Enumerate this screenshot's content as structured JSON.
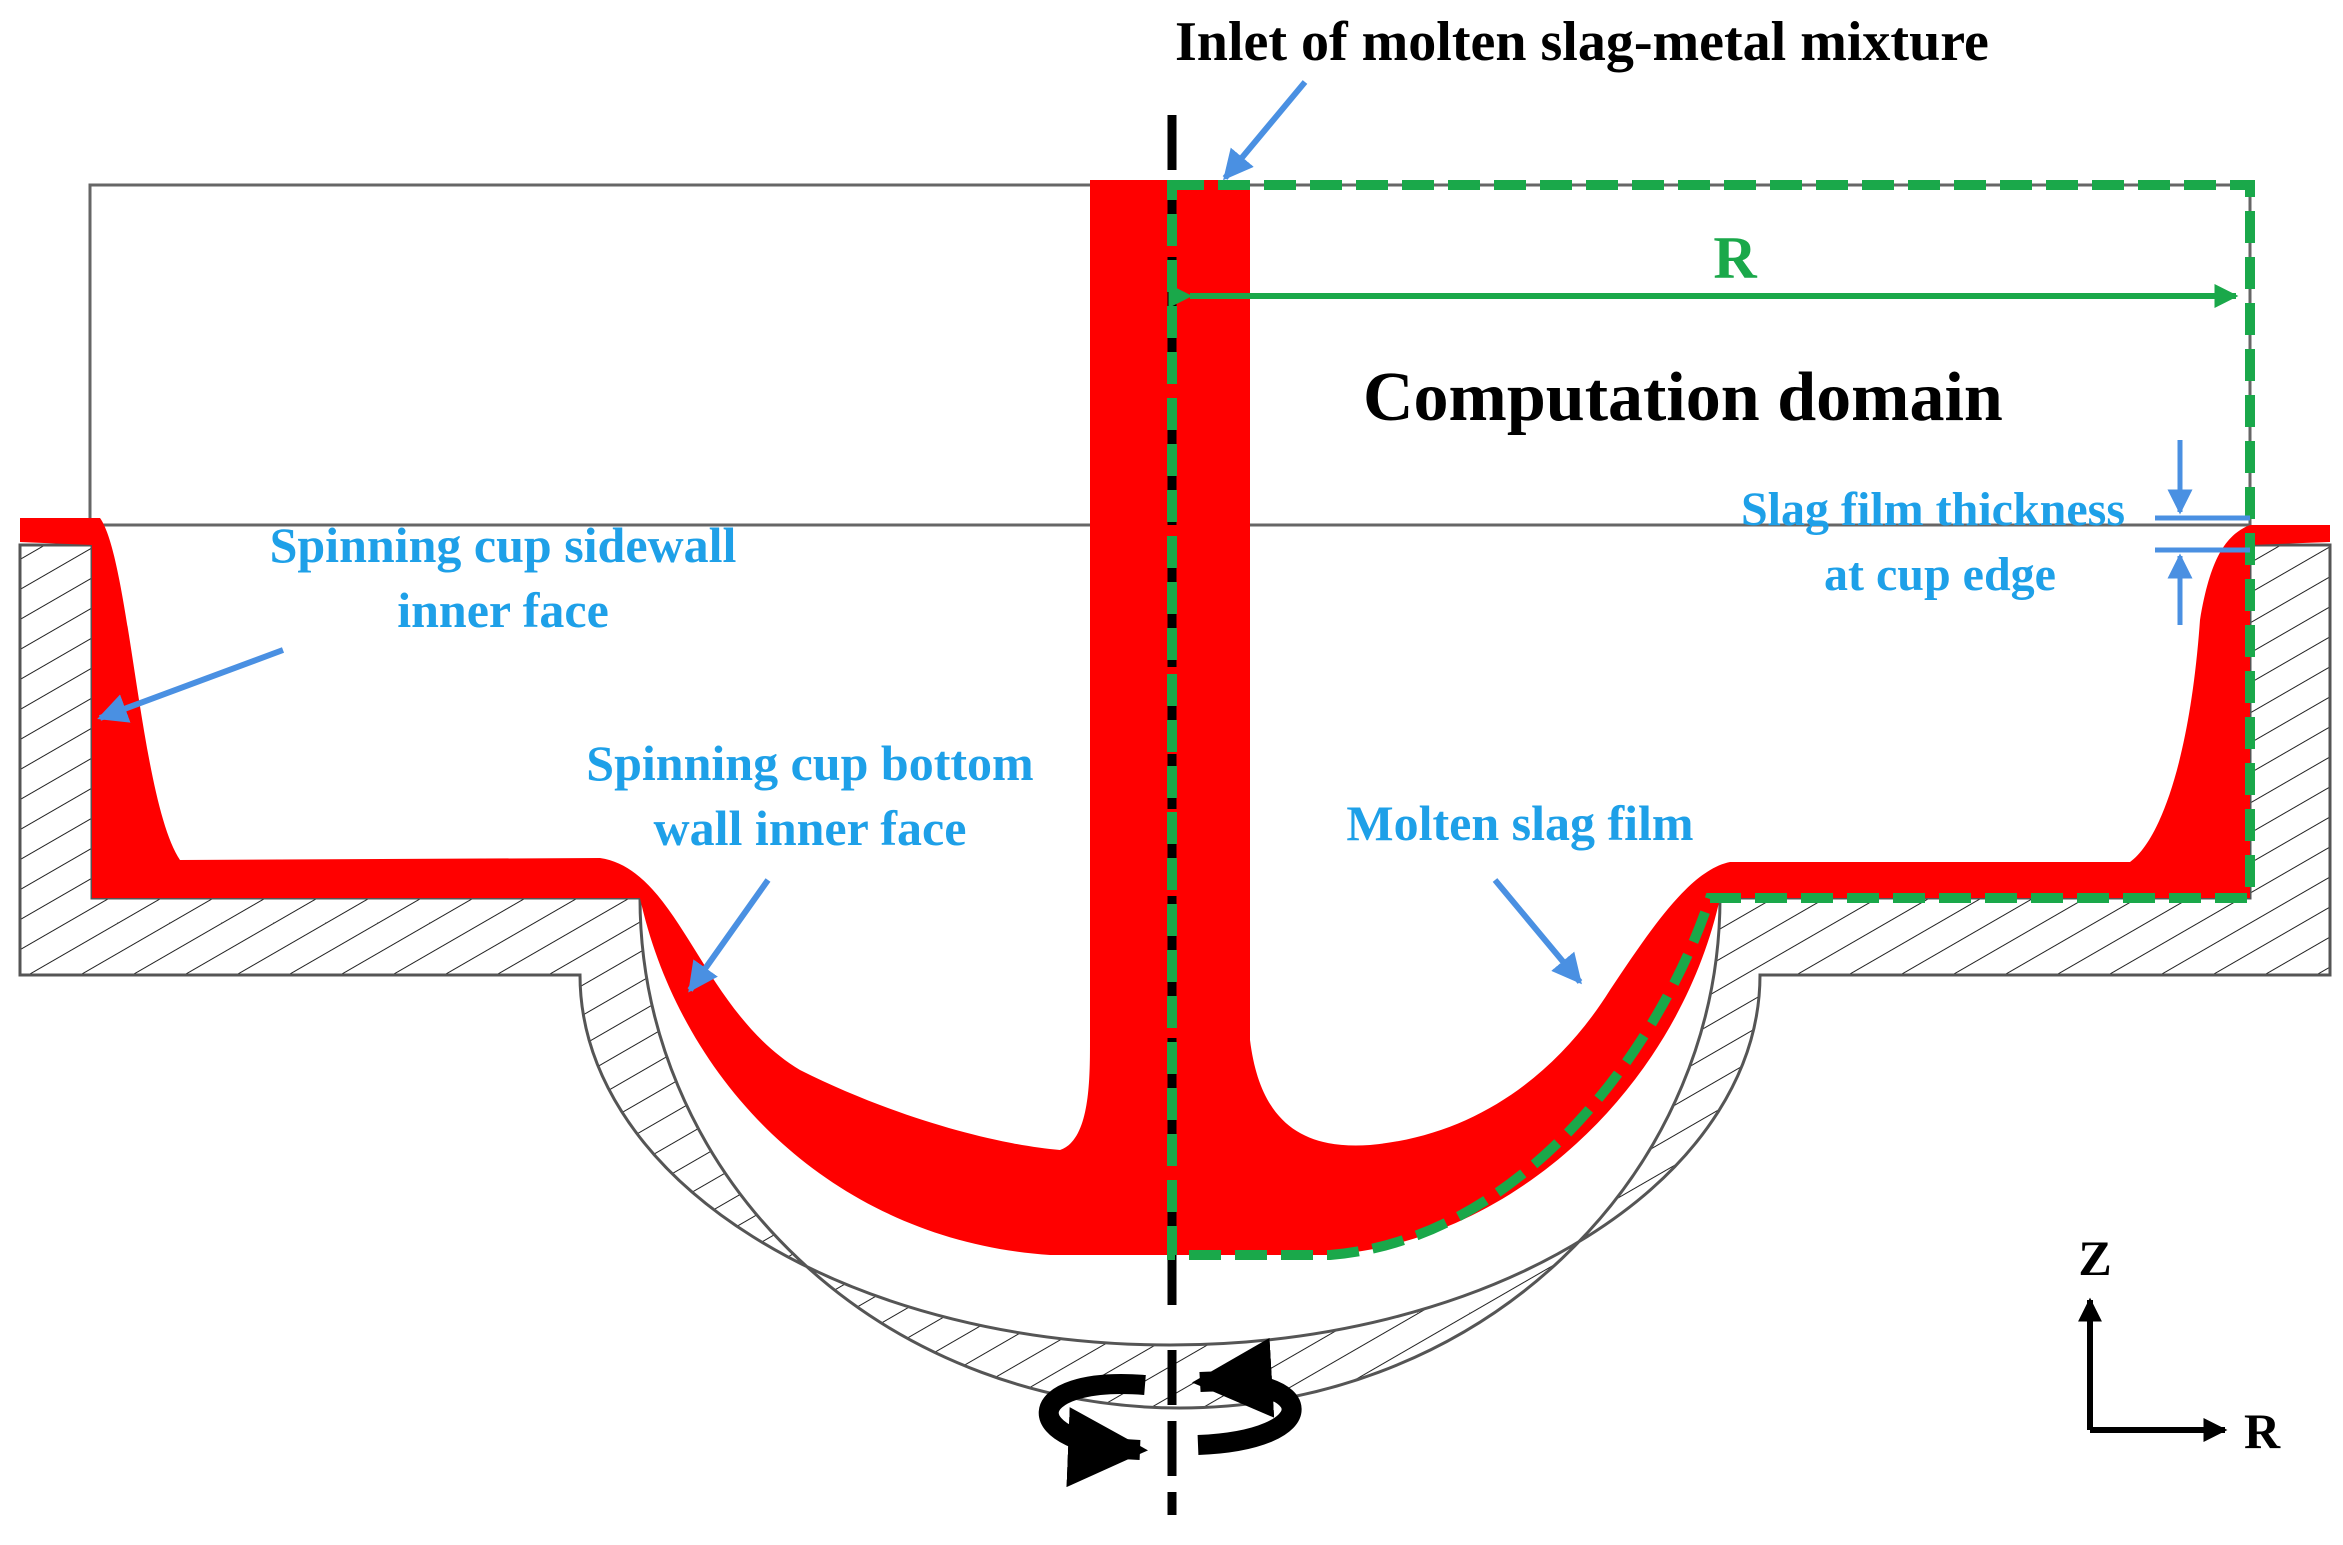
{
  "labels": {
    "inlet": "Inlet of molten slag-metal mixture",
    "radius": "R",
    "domain": "Computation domain",
    "sidewall_line1": "Spinning cup sidewall",
    "sidewall_line2": "inner face",
    "bottom_line1": "Spinning cup bottom",
    "bottom_line2": "wall inner face",
    "slag_film": "Molten slag film",
    "thickness_line1": "Slag film thickness",
    "thickness_line2": "at cup edge",
    "axis_z": "Z",
    "axis_r": "R"
  },
  "colors": {
    "slag": "#ff0000",
    "annotation": "#1ea0e8",
    "arrow": "#4a90e2",
    "domain_outline": "#1aa84a",
    "text": "#000000",
    "outline": "#666666"
  }
}
